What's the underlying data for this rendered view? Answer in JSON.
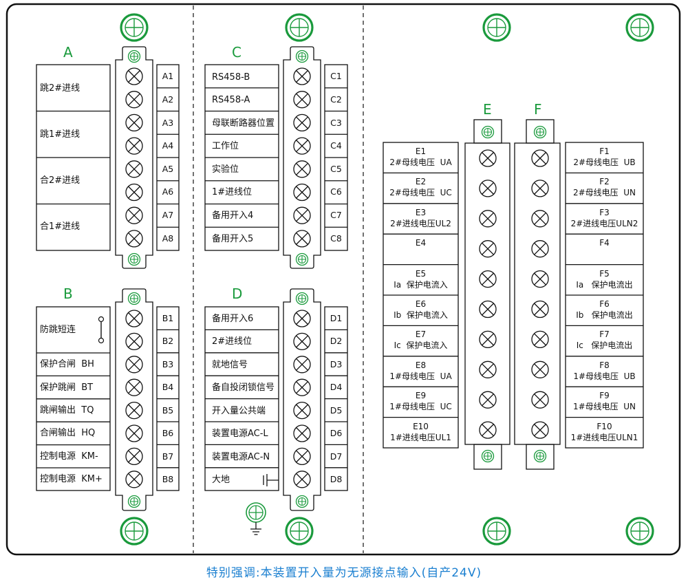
{
  "colors": {
    "screw": "#1a9a3c",
    "note": "#1a7fd0",
    "line": "#111111"
  },
  "sections": {
    "A": {
      "title": "A",
      "labels": [
        "跳2#进线",
        "跳1#进线",
        "合2#进线",
        "合1#进线"
      ],
      "terminals": [
        "A1",
        "A2",
        "A3",
        "A4",
        "A5",
        "A6",
        "A7",
        "A8"
      ]
    },
    "B": {
      "title": "B",
      "labels": [
        "防跳短连",
        "保护合闸  BH",
        "保护跳闸  BT",
        "跳闸输出  TQ",
        "合闸输出  HQ",
        "控制电源  KM-",
        "控制电源  KM+"
      ],
      "terminals": [
        "B1",
        "B2",
        "B3",
        "B4",
        "B5",
        "B6",
        "B7",
        "B8"
      ]
    },
    "C": {
      "title": "C",
      "labels": [
        "RS458-B",
        "RS458-A",
        "母联断路器位置",
        "工作位",
        "实验位",
        "1#进线位",
        "备用开入4",
        "备用开入5"
      ],
      "terminals": [
        "C1",
        "C2",
        "C3",
        "C4",
        "C5",
        "C6",
        "C7",
        "C8"
      ]
    },
    "D": {
      "title": "D",
      "labels": [
        "备用开入6",
        "2#进线位",
        "就地信号",
        "备自投闭锁信号",
        "开入量公共端",
        "装置电源AC-L",
        "装置电源AC-N",
        "大地"
      ],
      "terminals": [
        "D1",
        "D2",
        "D3",
        "D4",
        "D5",
        "D6",
        "D7",
        "D8"
      ]
    },
    "E": {
      "title": "E",
      "rows": [
        {
          "id": "E1",
          "desc": "2#母线电压  UA"
        },
        {
          "id": "E2",
          "desc": "2#母线电压  UC"
        },
        {
          "id": "E3",
          "desc": "2#进线电压UL2"
        },
        {
          "id": "E4",
          "desc": ""
        },
        {
          "id": "E5",
          "desc": "Ia  保护电流入"
        },
        {
          "id": "E6",
          "desc": "Ib  保护电流入"
        },
        {
          "id": "E7",
          "desc": "Ic  保护电流入"
        },
        {
          "id": "E8",
          "desc": "1#母线电压  UA"
        },
        {
          "id": "E9",
          "desc": "1#母线电压  UC"
        },
        {
          "id": "E10",
          "desc": "1#进线电压UL1"
        }
      ]
    },
    "F": {
      "title": "F",
      "rows": [
        {
          "id": "F1",
          "desc": "2#母线电压  UB"
        },
        {
          "id": "F2",
          "desc": "2#母线电压  UN"
        },
        {
          "id": "F3",
          "desc": "2#进线电压ULN2"
        },
        {
          "id": "F4",
          "desc": ""
        },
        {
          "id": "F5",
          "desc": "Ia   保护电流出"
        },
        {
          "id": "F6",
          "desc": "Ib   保护电流出"
        },
        {
          "id": "F7",
          "desc": "Ic   保护电流出"
        },
        {
          "id": "F8",
          "desc": "1#母线电压  UB"
        },
        {
          "id": "F9",
          "desc": "1#母线电压  UN"
        },
        {
          "id": "F10",
          "desc": "1#进线电压ULN1"
        }
      ]
    }
  },
  "icons": {
    "terminal": "terminal-screw-x-icon",
    "mount": "mounting-screw-icon",
    "ground": "ground-icon",
    "jumper": "jumper-link-icon",
    "capacitor": "earth-capacitor-icon"
  },
  "note": "特别强调:本装置开入量为无源接点输入(自产24V)"
}
